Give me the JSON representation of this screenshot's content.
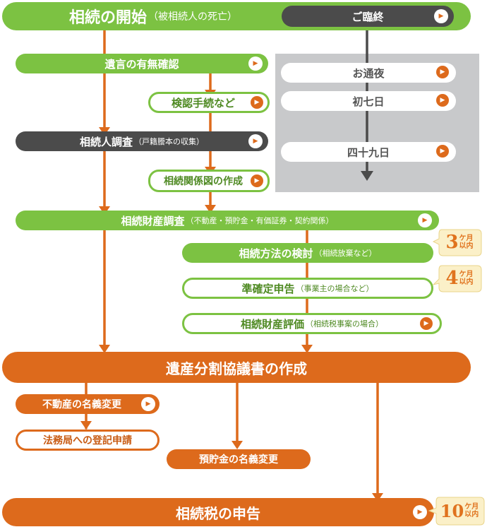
{
  "boxes": {
    "start_title": "相続の開始",
    "start_sub": "（被相続人の死亡）",
    "death": "ご臨終",
    "wake": "お通夜",
    "seventh_day": "初七日",
    "fortyninth_day": "四十九日",
    "will_check": "遺言の有無確認",
    "probate": "検認手続など",
    "heir_survey": "相続人調査",
    "heir_survey_sub": "（戸籍謄本の収集）",
    "relation_chart": "相続関係図の作成",
    "asset_survey": "相続財産調査",
    "asset_survey_sub": "（不動産・預貯金・有価証券・契約関係）",
    "method_review": "相続方法の検討",
    "method_review_sub": "（相続放棄など）",
    "quasi_filing": "準確定申告",
    "quasi_filing_sub": "（事業主の場合など）",
    "asset_valuation": "相続財産評価",
    "asset_valuation_sub": "（相続税事案の場合）",
    "division_agreement": "遺産分割協議書の作成",
    "real_estate_change": "不動産の名義変更",
    "registry_application": "法務局への登記申請",
    "deposit_change": "預貯金の名義変更",
    "tax_filing": "相続税の申告"
  },
  "badges": [
    {
      "num": "3",
      "unit_top": "ケ月",
      "unit_bottom": "以内"
    },
    {
      "num": "4",
      "unit_top": "ケ月",
      "unit_bottom": "以内"
    },
    {
      "num": "10",
      "unit_top": "ケ月",
      "unit_bottom": "以内"
    }
  ],
  "colors": {
    "green": "#7cc242",
    "orange": "#dd6a1c",
    "dark": "#4b4b4b",
    "gray_panel": "#c8c9cb",
    "badge_bg": "#fbf0c8"
  }
}
